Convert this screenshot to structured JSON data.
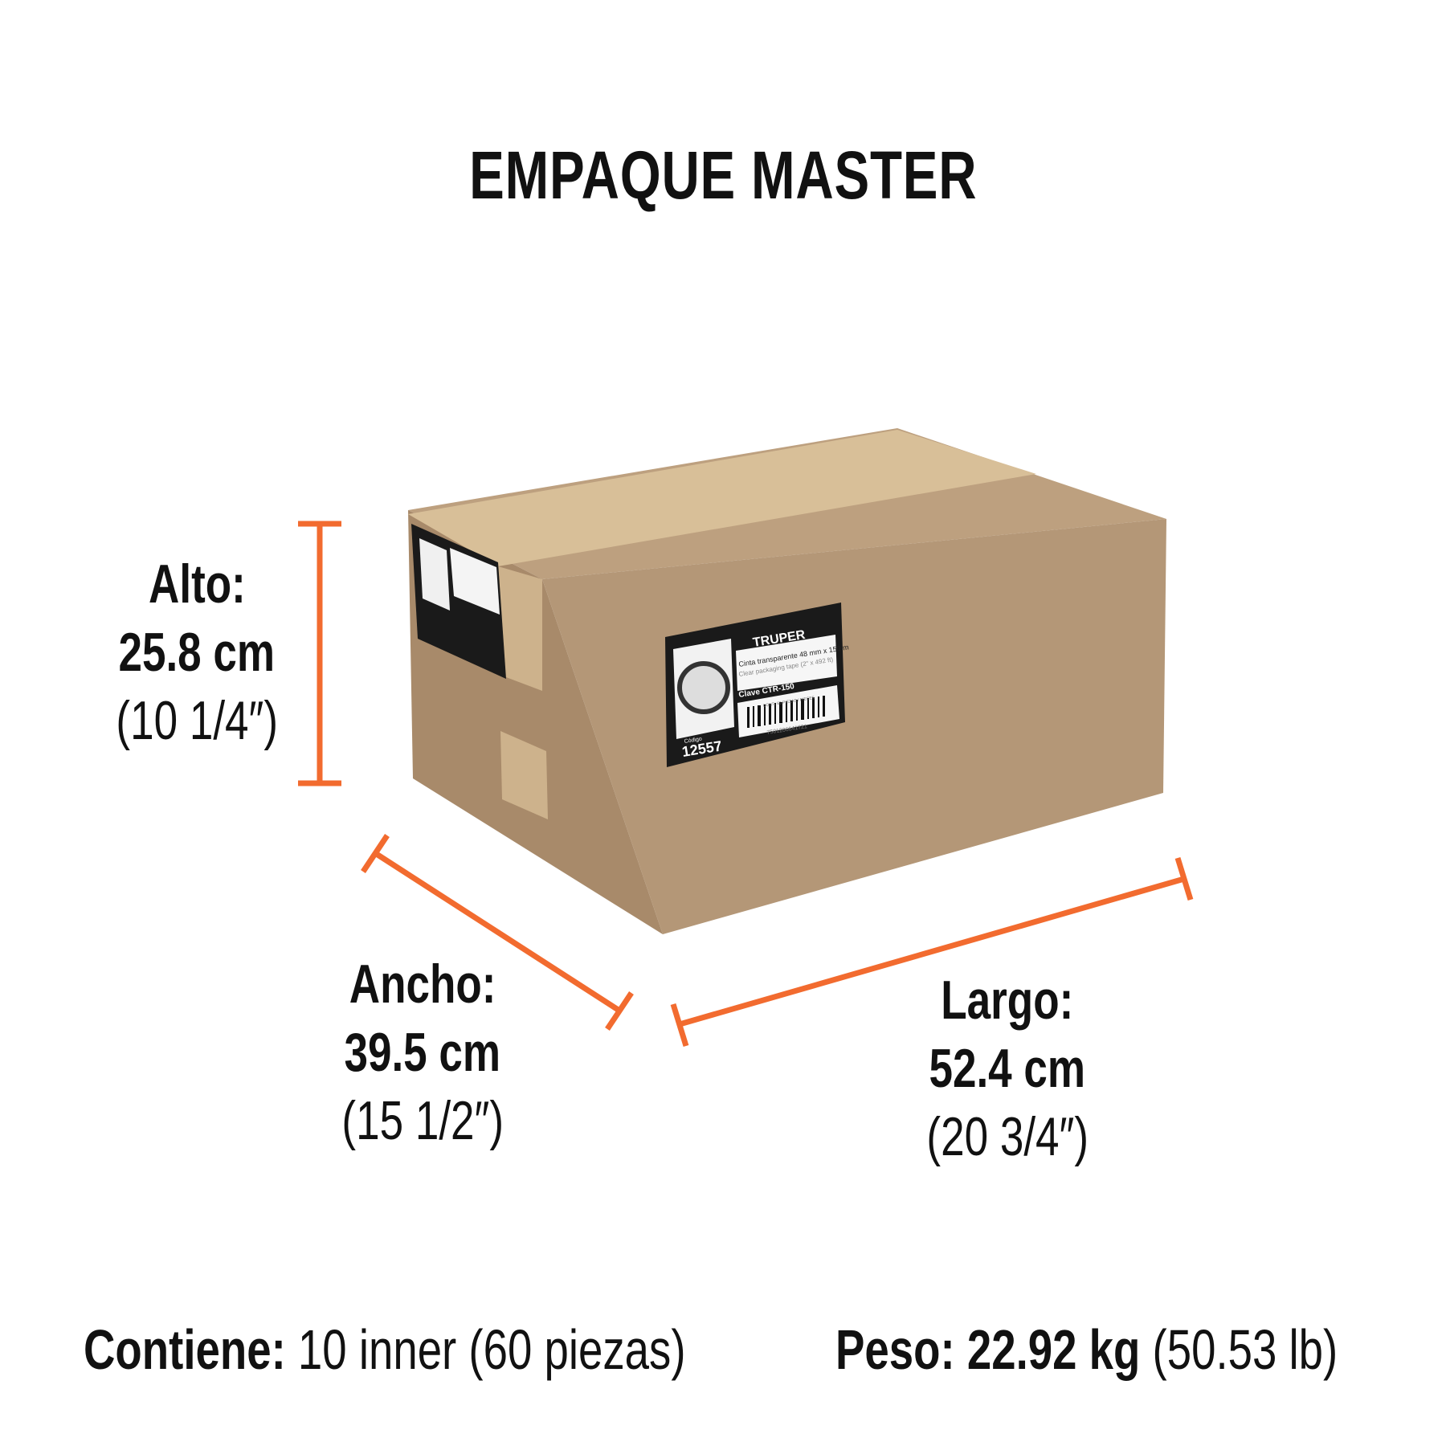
{
  "title": "EMPAQUE MASTER",
  "dimensions": {
    "alto": {
      "label": "Alto:",
      "metric": "25.8 cm",
      "imperial": "(10 1/4″)"
    },
    "ancho": {
      "label": "Ancho:",
      "metric": "39.5 cm",
      "imperial": "(15 1/2″)"
    },
    "largo": {
      "label": "Largo:",
      "metric": "52.4 cm",
      "imperial": "(20 3/4″)"
    }
  },
  "contents": {
    "label": "Contiene:",
    "value": "10 inner (60 piezas)"
  },
  "weight": {
    "label": "Peso:",
    "value_kg": "22.92 kg",
    "value_lb": "(50.53 lb)"
  },
  "box_label": {
    "brand": "TRUPER",
    "description": "Cinta transparente 48 mm x 150 m",
    "description_en": "Clear packaging tape (2\" x 492 ft)",
    "clave": "Clave CTR-150",
    "cont": "CONT.: 60 PIEZAS / PIECES",
    "barcode_number": "7501206641721",
    "codigo_label": "Código",
    "codigo": "12557"
  },
  "colors": {
    "accent": "#f26b2f",
    "cardboard": "#b39677",
    "tape": "#d8bf98"
  }
}
